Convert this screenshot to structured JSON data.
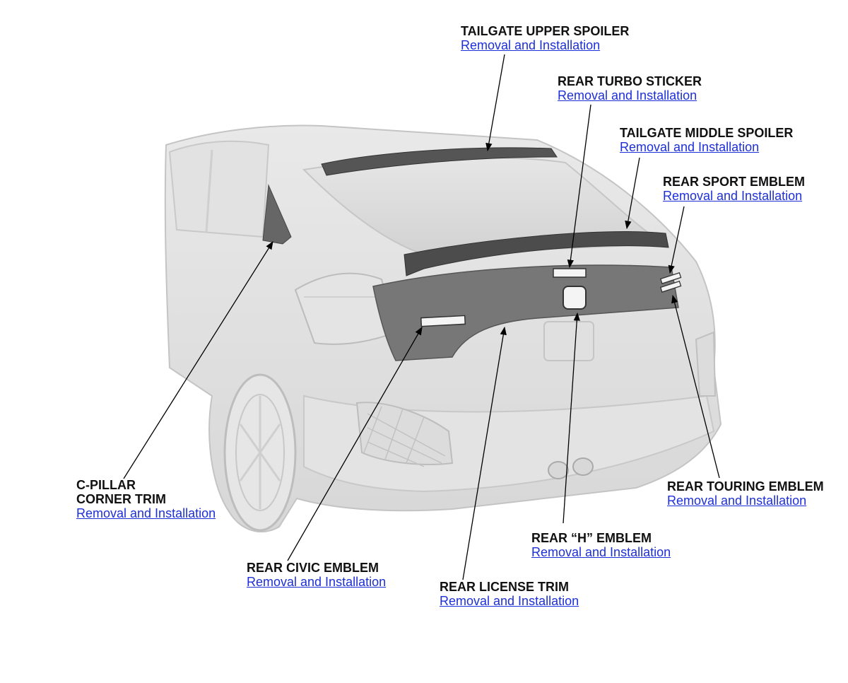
{
  "callouts": [
    {
      "id": "tailgate-upper-spoiler",
      "lines": [
        "TAILGATE UPPER SPOILER"
      ],
      "link": "Removal and Installation"
    },
    {
      "id": "rear-turbo-sticker",
      "lines": [
        "REAR TURBO STICKER"
      ],
      "link": "Removal and Installation"
    },
    {
      "id": "tailgate-middle-spoiler",
      "lines": [
        "TAILGATE MIDDLE SPOILER"
      ],
      "link": "Removal and Installation"
    },
    {
      "id": "rear-sport-emblem",
      "lines": [
        "REAR SPORT EMBLEM"
      ],
      "link": "Removal and Installation"
    },
    {
      "id": "c-pillar-corner-trim",
      "lines": [
        "C-PILLAR",
        "CORNER TRIM"
      ],
      "link": "Removal and Installation"
    },
    {
      "id": "rear-touring-emblem",
      "lines": [
        "REAR TOURING EMBLEM"
      ],
      "link": "Removal and Installation"
    },
    {
      "id": "rear-h-emblem",
      "lines": [
        "REAR “H” EMBLEM"
      ],
      "link": "Removal and Installation"
    },
    {
      "id": "rear-civic-emblem",
      "lines": [
        "REAR CIVIC EMBLEM"
      ],
      "link": "Removal and Installation"
    },
    {
      "id": "rear-license-trim",
      "lines": [
        "REAR LICENSE TRIM"
      ],
      "link": "Removal and Installation"
    }
  ],
  "colors": {
    "link": "#1d2fd6",
    "text": "#111111",
    "part_dark": "#555555",
    "body_light": "#ececec"
  }
}
